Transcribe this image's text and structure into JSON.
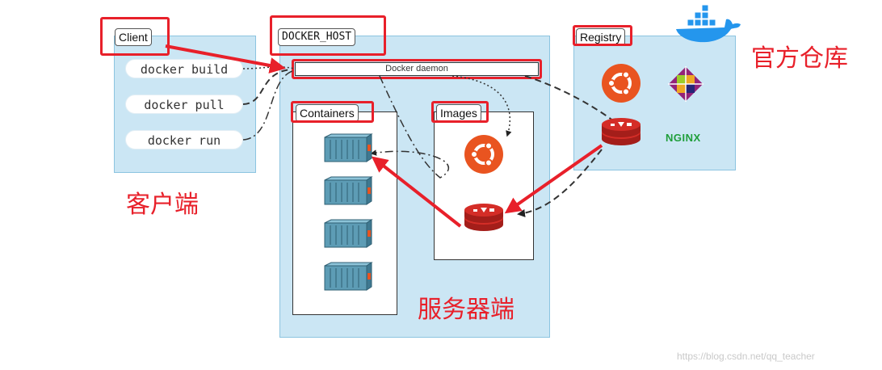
{
  "client": {
    "label": "Client",
    "commands": [
      "docker build",
      "docker pull",
      "docker run"
    ],
    "cn_label": "客户端"
  },
  "host": {
    "label": "DOCKER_HOST",
    "daemon": "Docker daemon",
    "containers_label": "Containers",
    "images_label": "Images",
    "cn_label": "服务器端"
  },
  "registry": {
    "label": "Registry",
    "cn_label": "官方仓库",
    "nginx": "NGINX"
  },
  "watermark": "https://blog.csdn.net/qq_teacher",
  "colors": {
    "panel": "#cbe6f4",
    "highlight": "#e8202a",
    "ubuntu": "#e95420",
    "redis": "#d42d27",
    "container": "#5d9cb5",
    "docker_whale": "#2496ed"
  },
  "icons": [
    "ubuntu-icon",
    "centos-icon",
    "redis-icon",
    "docker-whale-icon",
    "container-icon"
  ]
}
